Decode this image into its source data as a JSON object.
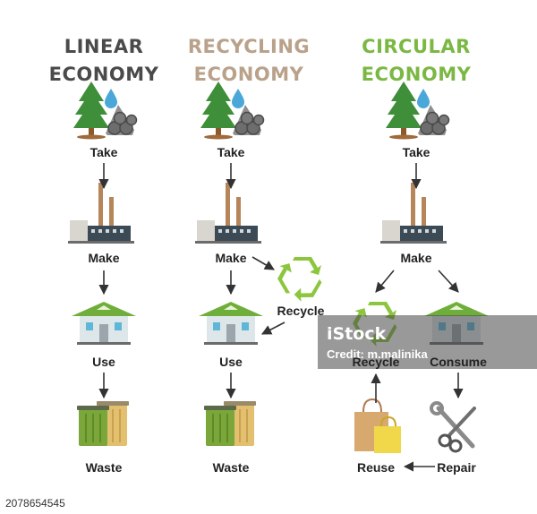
{
  "titles": {
    "linear": [
      "LINEAR",
      "ECONOMY"
    ],
    "recycling": [
      "RECYCLING",
      "ECONOMY"
    ],
    "circular": [
      "CIRCULAR",
      "ECONOMY"
    ]
  },
  "colors": {
    "linear_title": "#4a4a4a",
    "recycling_title": "#b9a18a",
    "circular_title": "#7bb843",
    "recycle_symbol": "#8cc63f",
    "bin_green": "#7aa63a",
    "bin_yellow": "#e2c070",
    "arrow": "#333333"
  },
  "linear": {
    "take": "Take",
    "make": "Make",
    "use": "Use",
    "waste": "Waste"
  },
  "recycling": {
    "take": "Take",
    "make": "Make",
    "use": "Use",
    "waste": "Waste",
    "recycle": "Recycle"
  },
  "circular": {
    "take": "Take",
    "make": "Make",
    "recycle": "Recycle",
    "consume": "Consume",
    "reuse": "Reuse",
    "repair": "Repair"
  },
  "watermark": {
    "brand": "iStock",
    "credit": "Credit: m.malinika"
  },
  "image_id": "2078654545",
  "icons": [
    "tree-icon",
    "water-drop-icon",
    "logs-icon",
    "factory-icon",
    "house-icon",
    "trash-bins-icon",
    "recycle-icon",
    "shopping-bags-icon",
    "tools-icon"
  ]
}
